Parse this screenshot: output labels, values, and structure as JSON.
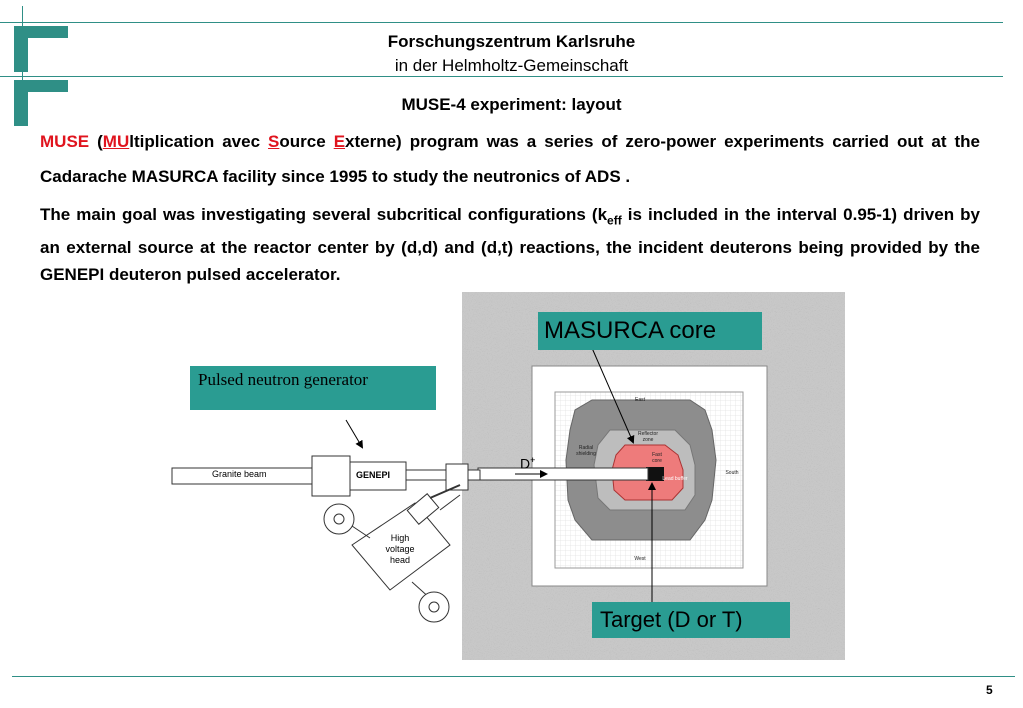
{
  "header": {
    "org_line1": "Forschungszentrum Karlsruhe",
    "org_line2": "in der Helmholtz-Gemeinschaft"
  },
  "slide": {
    "title": "MUSE-4 experiment: layout",
    "intro": {
      "muse": "MUSE",
      "paren_open": " (",
      "mu": "MU",
      "ltiplication": "ltiplication avec ",
      "s": "S",
      "ource": "ource ",
      "e": "E",
      "rest": "xterne) program was a series of zero-power experiments carried out at the Cadarache MASURCA facility since 1995 to study the neutronics of ADS ."
    },
    "goal": {
      "part1": "The main goal was investigating several subcritical configurations (k",
      "sub": "eff",
      "part2": " is included in the interval 0.95-1) driven by an external source at the reactor center by (d,d) and (d,t) reactions, the incident deuterons being provided by the GENEPI deuteron pulsed accelerator."
    },
    "page_number": "5"
  },
  "figure": {
    "callouts": {
      "masurca": "MASURCA core",
      "pulsed": "Pulsed neutron generator",
      "target": "Target (D or T)"
    },
    "labels": {
      "granite_beam": "Granite beam",
      "genepi": "GENEPI",
      "hv_head_1": "High",
      "hv_head_2": "voltage",
      "hv_head_3": "head",
      "d_plus": "D",
      "d_plus_sup": "+",
      "east": "East",
      "west": "West",
      "south": "South",
      "reflector_1": "Reflector",
      "reflector_2": "zone",
      "fast_1": "Fast",
      "fast_2": "core",
      "radial_1": "Radial",
      "radial_2": "shielding",
      "lead": "Lead buffer"
    },
    "colors": {
      "accent": "#2f8f86",
      "callout_bg": "#2a9c92",
      "fast_core": "#ee7b7b",
      "highlight": "#e0141e"
    }
  }
}
